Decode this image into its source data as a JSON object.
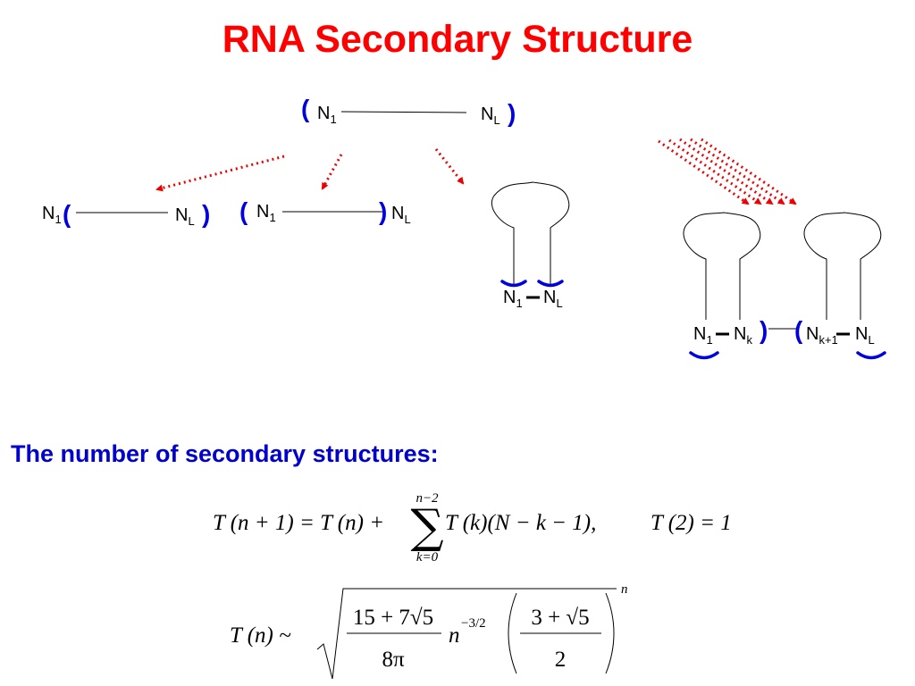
{
  "title": "RNA Secondary Structure",
  "subtitle": "The number of secondary structures:",
  "colors": {
    "title": "#ff0000",
    "subtitle": "#0000cc",
    "bracket": "#0000dd",
    "arrow": "#ee0000"
  },
  "labels": {
    "N": "N",
    "one": "1",
    "L": "L",
    "k": "k",
    "k1": "k+1",
    "open": "(",
    "close": ")",
    "dash": "–"
  },
  "formula1": {
    "lhs": "T (n + 1) = T (n) +",
    "sum_top": "n−2",
    "sum_sign": "∑",
    "sum_bottom": "k=0",
    "rhs": "T (k)(N − k − 1),",
    "init": "T (2) = 1"
  },
  "formula2": {
    "lhs": "T (n) ~",
    "num1": "15 + 7√5",
    "den1": "8π",
    "n": "n",
    "exp": "−3/2",
    "num2": "3 + √5",
    "den2": "2",
    "outer_exp": "n"
  }
}
